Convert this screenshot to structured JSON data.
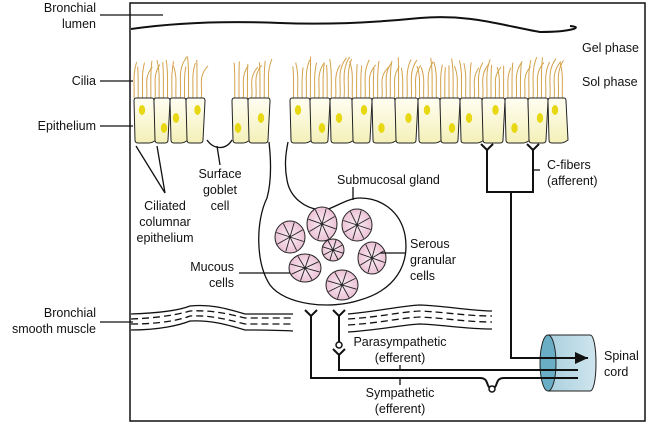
{
  "diagram": {
    "title": "Airway epithelium, submucosal gland and neural innervation",
    "colors": {
      "cilia": "#d4a24a",
      "epithelium_fill": "#fbf8d2",
      "nucleus": "#e8d814",
      "serous_cells": "#f1cfe0",
      "spinal_cord": "#bcdbe6",
      "spinal_cord_end": "#6aaec6",
      "lines": "#111111"
    },
    "labels": {
      "bronchial_lumen": [
        "Bronchial",
        "lumen"
      ],
      "cilia": "Cilia",
      "epithelium": "Epithelium",
      "gel_phase": "Gel phase",
      "sol_phase": "Sol phase",
      "ciliated_columnar_epithelium": [
        "Ciliated",
        "columnar",
        "epithelium"
      ],
      "surface_goblet_cell": [
        "Surface",
        "goblet",
        "cell"
      ],
      "submucosal_gland": "Submucosal gland",
      "serous_granular_cells": [
        "Serous",
        "granular",
        "cells"
      ],
      "mucous_cells": [
        "Mucous",
        "cells"
      ],
      "c_fibers": [
        "C-fibers",
        "(afferent)"
      ],
      "bronchial_smooth_muscle": [
        "Bronchial",
        "smooth muscle"
      ],
      "parasympathetic": [
        "Parasympathetic",
        "(efferent)"
      ],
      "sympathetic": [
        "Sympathetic",
        "(efferent)"
      ],
      "spinal_cord": [
        "Spinal",
        "cord"
      ]
    }
  }
}
